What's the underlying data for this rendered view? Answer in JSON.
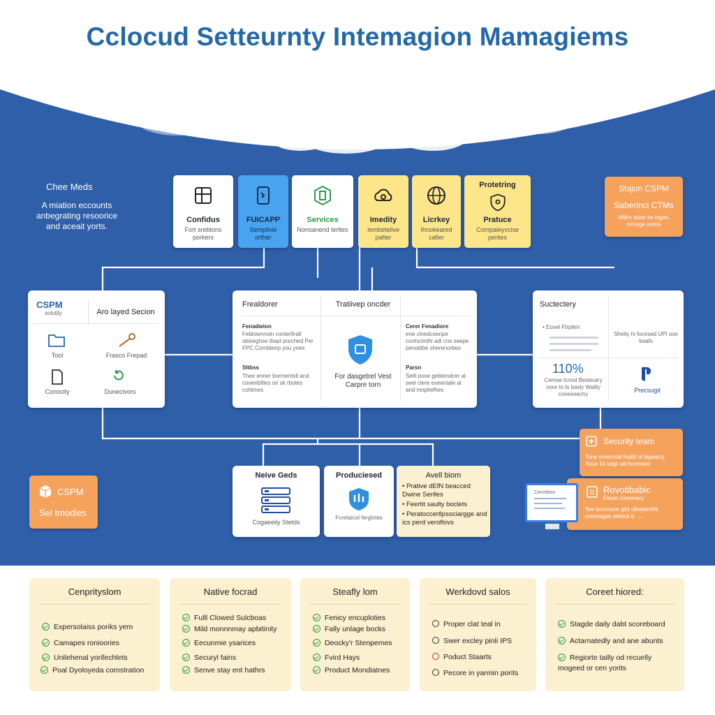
{
  "title": "Cclocud Settеurnty Intemagion Mamagiems",
  "colors": {
    "band": "#2e5fa8",
    "accent": "#2468a8",
    "orange": "#f5a25d",
    "yellow": "#fde68a",
    "blue": "#4aa3ee",
    "check": "#2e9a4a"
  },
  "left_note": {
    "heading": "Chee Meds",
    "lines": [
      "A miation eccounts",
      "anbegrating resoorice",
      "and aceait yorts."
    ]
  },
  "top_tiles": [
    {
      "icon": "grid-icon",
      "title": "Confidus",
      "sub": "Fort srebtons porkers"
    },
    {
      "icon": "phone-icon",
      "title": "FUICAPP",
      "sub": "Semplivie orther"
    },
    {
      "icon": "tablet-icon",
      "title": "Services",
      "sub": "Nonsanend terltes"
    },
    {
      "icon": "cloud-gear-icon",
      "title": "Imedity",
      "sub": "Iembetelive pafter"
    },
    {
      "icon": "globe-icon",
      "title": "Licrkey",
      "sub": "Ihnokeared cafier"
    },
    {
      "icon": "shield-icon",
      "heading": "Protetring",
      "title": "Pratuce",
      "sub": "Compaleyvcise perites"
    }
  ],
  "top_right": {
    "title": "Stajon CSPM",
    "sub": "Saberinci CTMs",
    "note": "Wilire stoor ke loges, mmoge enicis"
  },
  "left_card": {
    "logo": "CSPM",
    "logo_sub": "solutity",
    "header": "Aro layed Secion",
    "items": [
      {
        "icon": "folder-icon",
        "label": "Tool"
      },
      {
        "icon": "key-icon",
        "label": "Frasco Frepad"
      },
      {
        "icon": "document-icon",
        "label": "Conocity"
      },
      {
        "icon": "refresh-icon",
        "label": "Dunecivors"
      }
    ]
  },
  "center_card": {
    "header_left": "Frealdorer",
    "header_right": "Tratiivep oncder",
    "tl_title": "Fenadwion",
    "tl_text": "Feblownnoin conterfirall sbioeghse ttiapt porched Per FPC Cornblenp you ynes",
    "bl_title": "Sltbss",
    "bl_text": "Thee enner bormentsll and cooeribfiles ori sk rbotes cohtmes",
    "center_caption": "For dasgetrel Vest Carpre torn",
    "tr_title": "Cerer Fenadiore",
    "tr_text": "ene clnedcoenpe conhcrinthi adi cos seepe penoitibe sherenorbes",
    "br_title": "Parsn",
    "br_text": "Seilt pose gebtendcer al seel clere exeentale al and mnpliefhes"
  },
  "right_card": {
    "header": "Suctectery",
    "list": [
      "Eosel Ftrpliex",
      "",
      "",
      ""
    ],
    "right_text": "Sheity hi focesed UPI ose boafs",
    "metric": "110%",
    "metric_caption": "Cemse tcnod Besteutry oore to ts basly Wality coneesechy",
    "logo_label": "Precsugit"
  },
  "security_team": {
    "title": "Security team",
    "text": "Tone emenotal lnalld ol bigeatrg Youe 10 odgt sel hcmniwe"
  },
  "roadmap": {
    "title": "Rovotibabic",
    "sub": "Fiesis conomary",
    "text": "Tee bovnoore gitd olbeistrolfe conresgee ettetce tr. …",
    "monitor_title": "Cervebos"
  },
  "bottom_left_badge": {
    "title": "CSPM",
    "sub": "Sel Imodies"
  },
  "bottom_tiles": [
    {
      "title": "Neive Geds",
      "label": "Cogaeeily Stetds"
    },
    {
      "title": "Produciesed",
      "label": "Fcretaicol ferglotes"
    }
  ],
  "avail_box": {
    "title": "Avell biom",
    "items": [
      "Prative dEfN beacced Dwine Serifes",
      "Feertit saulty boclets",
      "Peratoccertlpsociargge and ics perd veroflovs"
    ]
  },
  "bottom_cards": [
    {
      "title": "Cenprityslom",
      "marker": "check",
      "items": [
        "Expersolaiss poriks yem",
        "Camapes ronioories",
        "Unilehenal yorifechlets",
        "Poal Dyoloyeda cornstration"
      ]
    },
    {
      "title": "Native focrad",
      "marker": "check",
      "items": [
        "Fulll Clowed Sulcboas",
        "Mild monnnmay apbitinity",
        "Eecunmie ysarices",
        "Securyl fains",
        "Senve stay ent hathrs"
      ]
    },
    {
      "title": "Steafly lom",
      "marker": "check",
      "items": [
        "Fenicy encuploties",
        "Fally unlage bocks",
        "Deocky'r Stenpemes",
        "Fvird Hays",
        "Product Mondiatnes"
      ]
    },
    {
      "title": "Werkdovd salos",
      "marker": "circle",
      "items": [
        "Proper clat teal in",
        "Swer excley pinli IPS",
        "Poduct Staarts",
        "Pecore in yarmin porits"
      ]
    },
    {
      "title": "Coreet hiored:",
      "marker": "check",
      "items": [
        "Stagde daily dabt scoreboard",
        "Actarnatedly and ane abunts",
        "Regiorte tailly od recuelly mogeed or cen yorits"
      ]
    }
  ]
}
